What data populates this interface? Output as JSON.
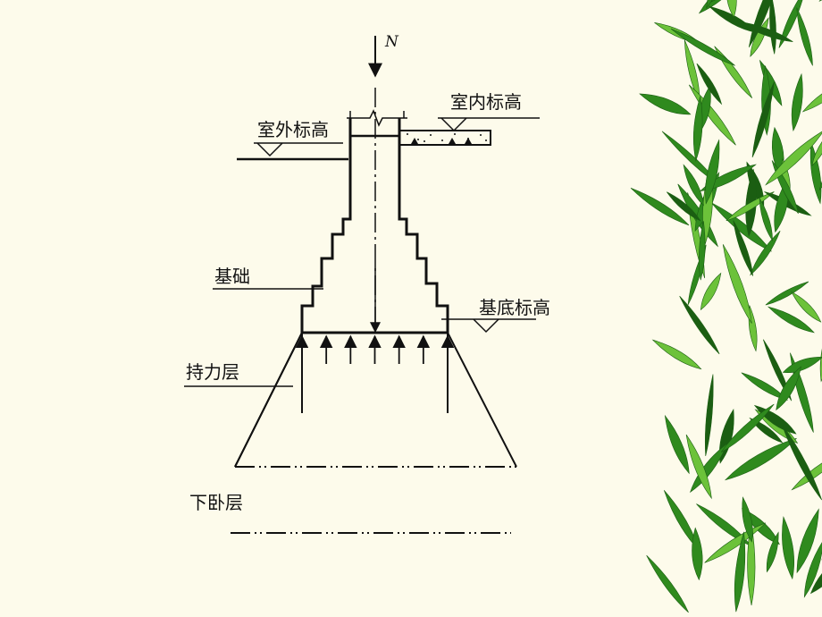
{
  "diagram": {
    "load_label": "N",
    "labels": {
      "outdoor_level": "室外标高",
      "indoor_level": "室内标高",
      "foundation": "基础",
      "base_level": "基底标高",
      "bearing_stratum": "持力层",
      "underlying_stratum": "下卧层"
    },
    "pressure_arrow_count": 7,
    "decoration": "bamboo-leaves",
    "colors": {
      "background": "#fdfbeb",
      "line": "#111111",
      "leaf": "#2f8a1e",
      "leaf_dark": "#1b5e12",
      "leaf_light": "#6cc23a"
    }
  }
}
